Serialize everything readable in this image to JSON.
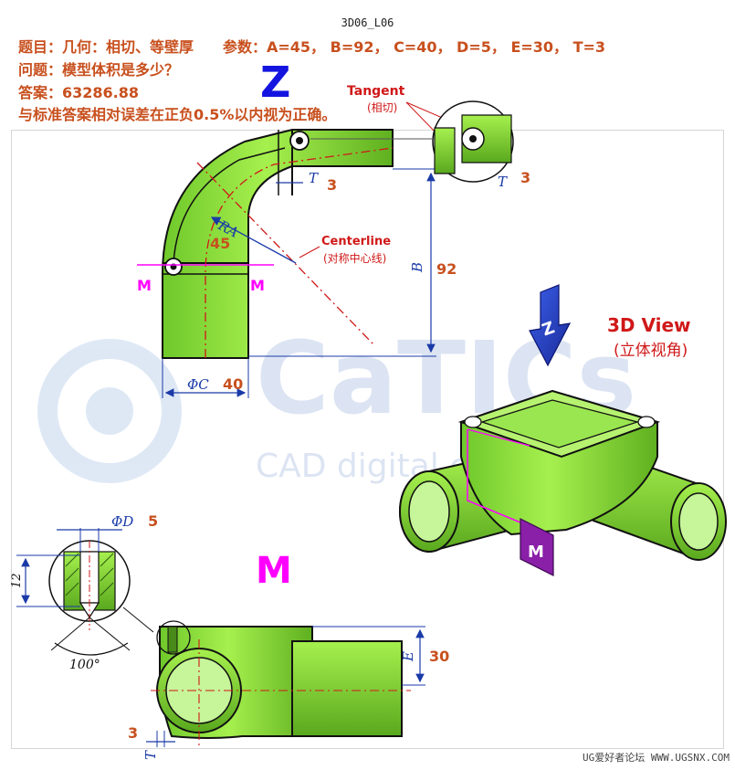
{
  "doc": {
    "id_label": "3D06_L06",
    "title_line": "题目：几何：相切、等壁厚　　参数：A=45，  B=92，  C=40，  D=5，  E=30，  T=3",
    "question_line": "问题：模型体积是多少？",
    "answer_line": "答案：63286.88",
    "tolerance_line": "与标准答案相对误差在正负0.5%以内视为正确。"
  },
  "labels": {
    "z_top": "Z",
    "tangent": "Tangent",
    "tangent_cn": "(相切)",
    "centerline": "Centerline",
    "centerline_cn": "(对称中心线)",
    "m_left": "M",
    "m_right": "M",
    "section_m": "M",
    "view_3d": "3D View",
    "view_3d_cn": "(立体视角)",
    "arrow_z": "Z",
    "plate_m": "M"
  },
  "dimensions": {
    "t_sym": "T",
    "t_val": "3",
    "ra_sym": "RA",
    "a_val": "45",
    "b_sym": "B",
    "b_val": "92",
    "c_sym": "ΦC",
    "c_val": "40",
    "detail_t_sym": "T",
    "detail_t_val": "3",
    "d_sym": "ΦD",
    "d_val": "5",
    "depth_val": "12",
    "angle_val": "100°",
    "e_sym": "E",
    "e_val": "30",
    "bottom_t_sym": "T",
    "bottom_t_val": "3"
  },
  "watermark": {
    "brand": "CaTICs",
    "tagline": "CAD digital competition"
  },
  "footer": {
    "text": "UG爱好者论坛 WWW.UGSNX.COM"
  },
  "colors": {
    "part_green": "#8fe83a",
    "dim_blue": "#1a3aa8",
    "value_orange": "#c8501e",
    "accent_red": "#d01818",
    "accent_magenta": "#ff00ff"
  }
}
